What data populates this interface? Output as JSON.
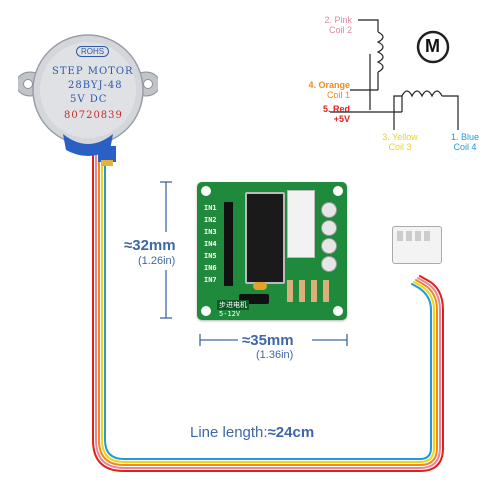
{
  "motor": {
    "badge": "ROHS",
    "label_line1": "STEP  MOTOR",
    "label_line2": "28BYJ-48",
    "label_line3": "5V    DC",
    "serial": "80720839"
  },
  "schematic": {
    "motor_symbol": "M",
    "wires": [
      {
        "num": "2.",
        "color_name": "Pink",
        "coil": "Coil 2",
        "hex": "#e8879a"
      },
      {
        "num": "4.",
        "color_name": "Orange",
        "coil": "Coil 1",
        "hex": "#f08a1c"
      },
      {
        "num": "5.",
        "color_name": "Red",
        "coil": "+5V",
        "hex": "#e0201c"
      },
      {
        "num": "3.",
        "color_name": "Yellow",
        "coil": "Coil 3",
        "hex": "#f2d21a"
      },
      {
        "num": "1.",
        "color_name": "Blue",
        "coil": "Coil 4",
        "hex": "#1e9bd8"
      }
    ]
  },
  "board": {
    "pins": [
      "IN1",
      "IN2",
      "IN3",
      "IN4",
      "IN5",
      "IN6",
      "IN7"
    ],
    "silk_chinese": "步进电机",
    "voltage": "5-12V"
  },
  "dimensions": {
    "height_main": "≈32mm",
    "height_sub": "(1.26in)",
    "width_main": "≈35mm",
    "width_sub": "(1.36in)"
  },
  "cable": {
    "label_prefix": "Line length:",
    "label_value": "≈24cm"
  },
  "colors": {
    "dimension_blue": "#3f67a8",
    "pcb_green": "#1f8a3c",
    "motor_blue_cap": "#2a5fc4",
    "motor_silver": "#c9ccd0"
  }
}
